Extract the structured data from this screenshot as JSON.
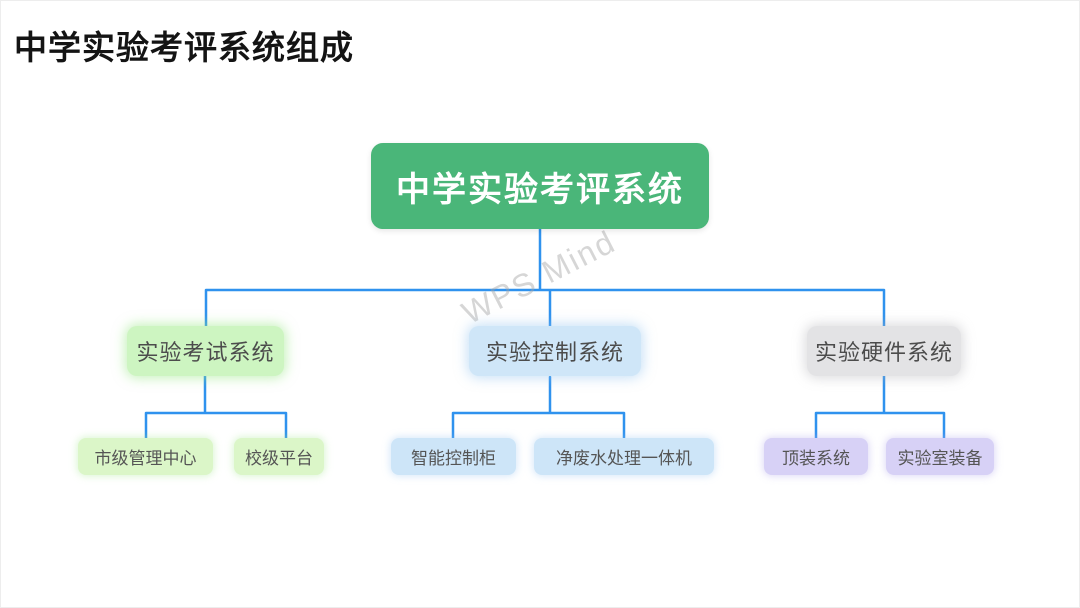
{
  "page": {
    "title": "中学实验考评系统组成"
  },
  "watermark": {
    "text": "WPS Mind"
  },
  "colors": {
    "root_bg": "#4ab679",
    "root_text": "#ffffff",
    "exam_bg": "#cdf5c1",
    "exam_leaf_bg": "#dbf6c8",
    "control_bg": "#cfe6f8",
    "control_leaf_bg": "#cde5f8",
    "hardware_bg": "#e3e3e5",
    "hardware_leaf_bg": "#d7d1f6",
    "connector_line": "#2f92ee",
    "node_text": "#4c4c4c",
    "title_text": "#141414"
  },
  "diagram": {
    "root": {
      "label": "中学实验考评系统"
    },
    "branches": [
      {
        "label": "实验考试系统",
        "children": [
          {
            "label": "市级管理中心"
          },
          {
            "label": "校级平台"
          }
        ]
      },
      {
        "label": "实验控制系统",
        "children": [
          {
            "label": "智能控制柜"
          },
          {
            "label": "净废水处理一体机"
          }
        ]
      },
      {
        "label": "实验硬件系统",
        "children": [
          {
            "label": "顶装系统"
          },
          {
            "label": "实验室装备"
          }
        ]
      }
    ]
  }
}
